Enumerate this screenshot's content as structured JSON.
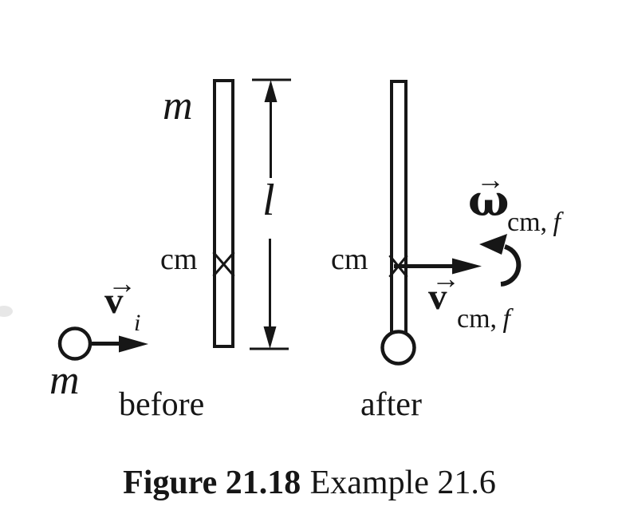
{
  "colors": {
    "ink": "#161616",
    "paper": "#ffffff"
  },
  "before": {
    "rod_mass": "m",
    "cm": "cm",
    "length": "l",
    "velocity": {
      "arrow": "→",
      "symbol": "v",
      "sub": "i"
    },
    "ball_mass": "m",
    "label": "before"
  },
  "after": {
    "cm": "cm",
    "velocity": {
      "arrow": "→",
      "symbol": "v",
      "sub_roman": "cm,",
      "sub_italic": "f"
    },
    "angular_velocity": {
      "arrow": "→",
      "symbol": "ω",
      "sub_roman": "cm,",
      "sub_italic": "f"
    },
    "label": "after"
  },
  "caption": {
    "bold": "Figure 21.18",
    "regular": "Example 21.6"
  }
}
